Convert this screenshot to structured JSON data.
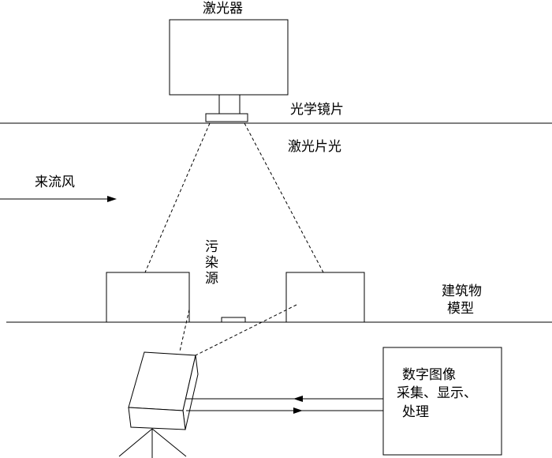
{
  "labels": {
    "laser": "激光器",
    "optical_lens": "光学镜片",
    "laser_sheet": "激光片光",
    "incoming_wind": "来流风",
    "pollution_source": [
      "污",
      "染",
      "源"
    ],
    "building_model": [
      "建筑物",
      "模型"
    ],
    "image_system": [
      "数字图像",
      "采集、显示、",
      "处理"
    ]
  }
}
